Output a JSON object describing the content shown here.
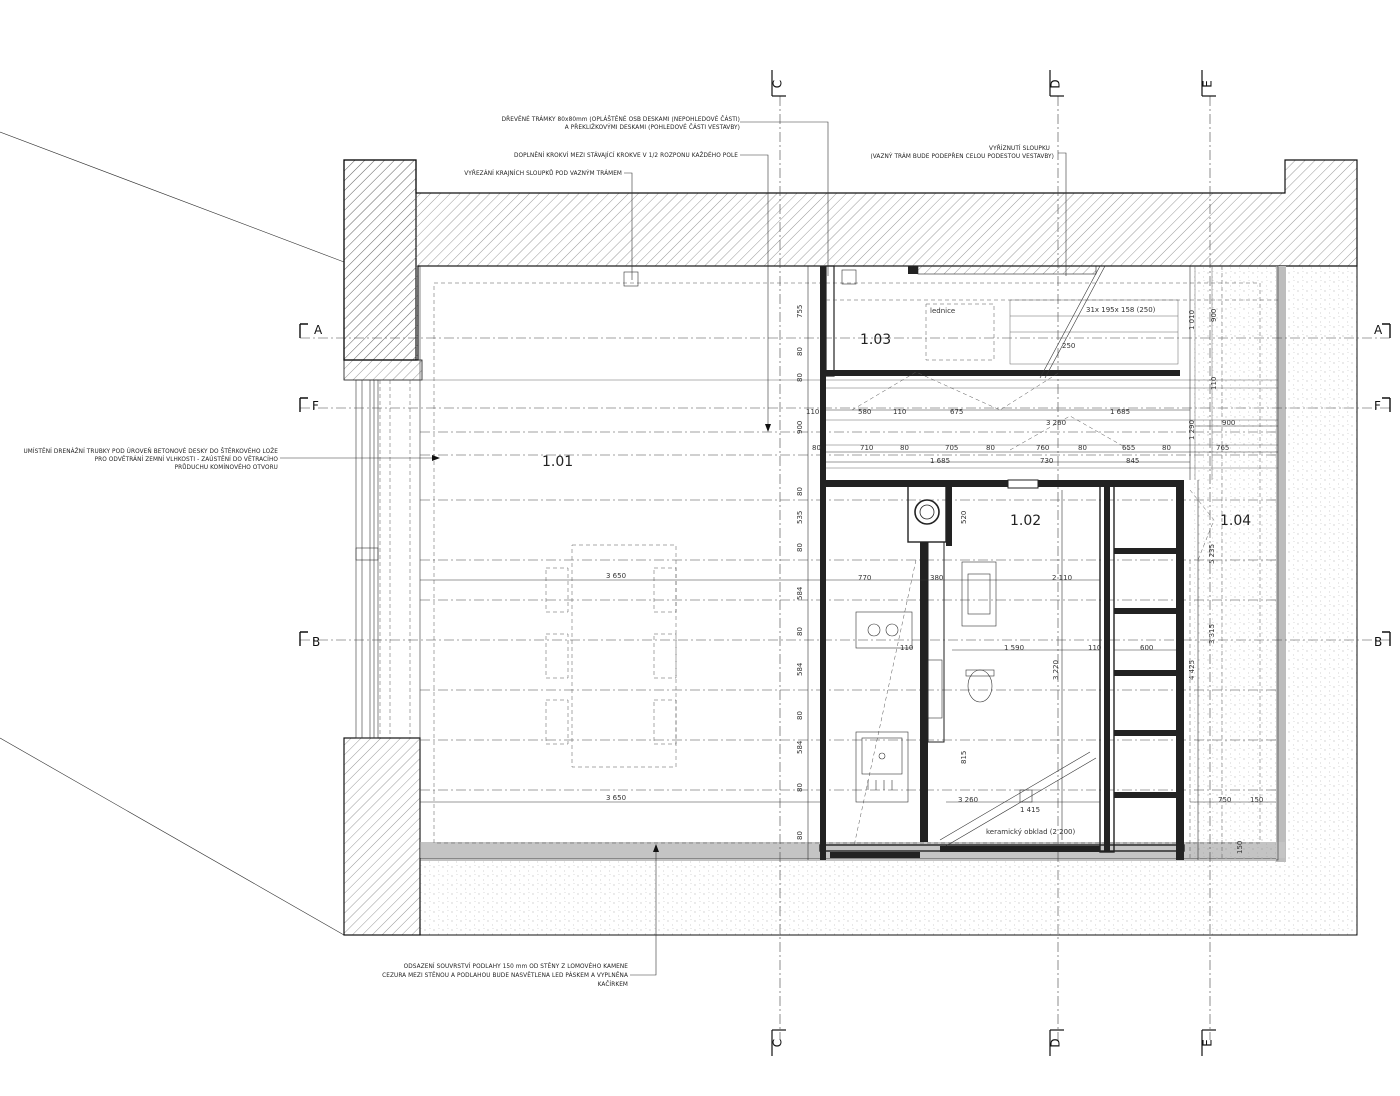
{
  "notes": {
    "beams_line1": "DŘEVĚNÉ TRÁMKY 80x80mm (OPLÁŠTĚNÉ OSB DESKAMI (NEPOHLEDOVÉ ČÁSTI)",
    "beams_line2": "A PŘEKLIŽKOVÝMI DESKAMI (POHLEDOVÉ ČÁSTI VESTAVBY)",
    "rafters": "DOPLNĚNÍ KROKVÍ MEZI STÁVAJÍCÍ KROKVE V 1/2 ROZPONU KAŽDÉHO POLE",
    "posts_cut": "VYŘEZÁNÍ KRAJNÍCH SLOUPKŮ POD VAZNÝM TRÁMEM",
    "post_cut_line1": "VYŘÍZNUTÍ SLOUPKU",
    "post_cut_line2": "(VAZNÝ TRÁM BUDE PODEPŘEN CELOU PODESTOU VESTAVBY)",
    "drain_line1": "UMÍSTĚNÍ DRENÁŽNÍ TRUBKY POD ÚROVEŇ BETONOVÉ DESKY DO ŠTĚRKOVÉHO LOŽE",
    "drain_line2": "PRO ODVĚTRÁNÍ ZEMNÍ VLHKOSTI - ZAÚSTĚNÍ DO VĚTRACÍHO",
    "drain_line3": "PRŮDUCHU KOMÍNOVÉHO OTVORU",
    "floor_line1": "ODSAZENÍ SOUVRSTVÍ PODLAHY 150 mm OD STĚNY Z LOMOVÉHO KAMENE",
    "floor_line2": "CEZURA MEZI STĚNOU A PODLAHOU BUDE NASVĚTLENA LED PÁSKEM A VYPLNĚNA",
    "floor_line3": "KAČÍRKEM"
  },
  "rooms": {
    "r101": "1.01",
    "r102": "1.02",
    "r103": "1.03",
    "r104": "1.04"
  },
  "labels": {
    "fridge": "lednice",
    "tiles": "keramický obklad (2 200)",
    "stair": "31x 195x 158 (250)"
  },
  "grid_top": [
    "C",
    "D",
    "E"
  ],
  "grid_bottom": [
    "C",
    "D",
    "E"
  ],
  "section_marks": {
    "A": "A",
    "F": "F",
    "B": "B"
  },
  "dims": {
    "d3650a": "3   650",
    "d3650b": "3   650",
    "d1685a": "1   685",
    "d1685b": "1   685",
    "d3260a": "3   260",
    "d3260b": "3   260",
    "d1590": "1   590",
    "d1415": "1   415",
    "d2110": "2   110",
    "d3220": "3   220",
    "d3315": "3   315",
    "d5235": "5   235",
    "d1010": "1   010",
    "d1290": "1   290",
    "d4425": "4   425",
    "d110a": "110",
    "d580": "580",
    "d110b": "110",
    "d675": "675",
    "d80a": "80",
    "d710": "710",
    "d80b": "80",
    "d705": "705",
    "d80c": "80",
    "d760": "760",
    "d80d": "80",
    "d655": "655",
    "d80e": "80",
    "d765": "765",
    "d730": "730",
    "d845": "845",
    "d770": "770",
    "d380": "380",
    "d110c": "110",
    "d110d": "110",
    "d600": "600",
    "d900a": "900",
    "d900b": "900",
    "d750": "750",
    "d150": "150",
    "d250": "250",
    "d520": "520",
    "d815": "815",
    "v755": "755",
    "v80a": "80",
    "v80b": "80",
    "v900": "900",
    "v80c": "80",
    "v535": "535",
    "v80d": "80",
    "v584a": "584",
    "v80e": "80",
    "v584b": "584",
    "v80f": "80",
    "v584c": "584",
    "v80g": "80",
    "v80h": "80",
    "v110": "110",
    "v150": "150"
  }
}
